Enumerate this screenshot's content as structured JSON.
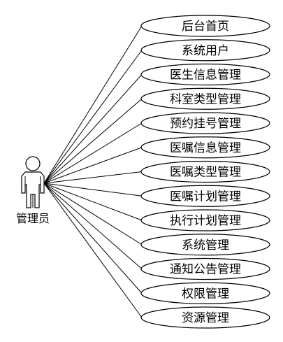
{
  "actor": {
    "label": "管理员"
  },
  "use_cases": [
    {
      "label": "后台首页"
    },
    {
      "label": "系统用户"
    },
    {
      "label": "医生信息管理"
    },
    {
      "label": "科室类型管理"
    },
    {
      "label": "预约挂号管理"
    },
    {
      "label": "医嘱信息管理"
    },
    {
      "label": "医嘱类型管理"
    },
    {
      "label": "医嘱计划管理"
    },
    {
      "label": "执行计划管理"
    },
    {
      "label": "系统管理"
    },
    {
      "label": "通知公告管理"
    },
    {
      "label": "权限管理"
    },
    {
      "label": "资源管理"
    }
  ],
  "colors": {
    "stroke": "#000000",
    "background": "#ffffff"
  }
}
